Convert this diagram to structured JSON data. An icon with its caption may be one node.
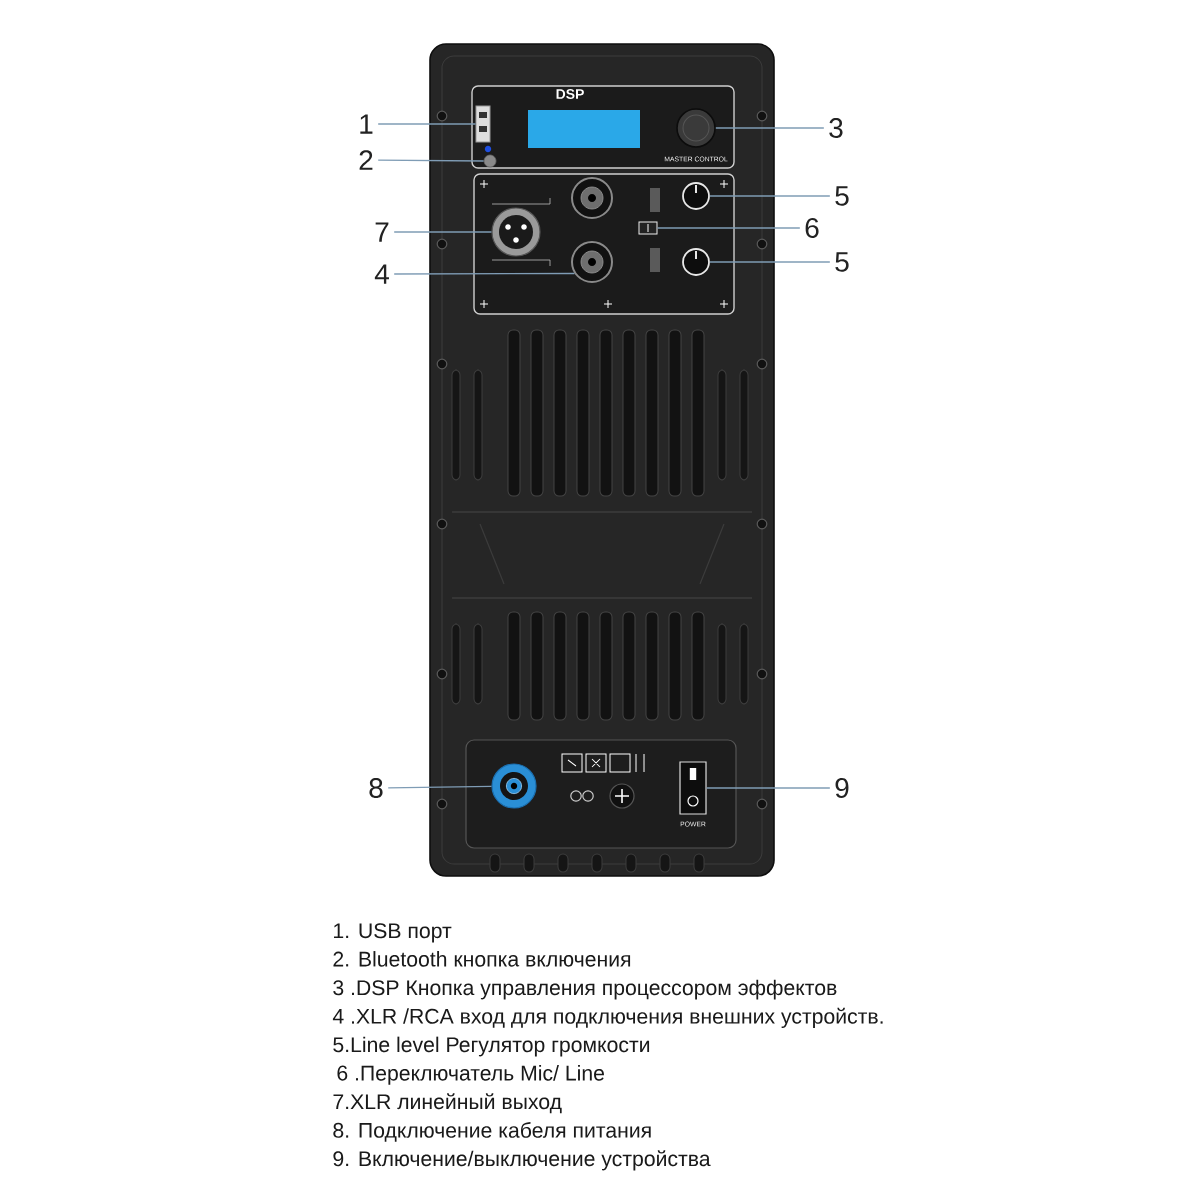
{
  "diagram": {
    "nodes": [
      {
        "text": [
          "1"
        ]
      },
      {
        "text": [
          "2"
        ]
      },
      {
        "text": [
          "3"
        ]
      },
      {
        "text": [
          "5"
        ]
      },
      {
        "text": [
          "6"
        ]
      },
      {
        "text": [
          "5"
        ]
      },
      {
        "text": [
          "7"
        ]
      },
      {
        "text": [
          "4"
        ]
      },
      {
        "text": [
          "8"
        ]
      },
      {
        "text": [
          "9"
        ]
      },
      {
        "text": [],
        "shape": "box"
      },
      {
        "text": [],
        "shape": "circle"
      },
      {
        "text": [],
        "shape": "circle"
      },
      {
        "text": [],
        "shape": "circle"
      },
      {
        "text": [],
        "shape": "box"
      },
      {
        "text": [],
        "shape": "circle"
      },
      {
        "text": [],
        "shape": "circle"
      },
      {
        "text": [],
        "shape": "circle"
      },
      {
        "text": [],
        "shape": "circle"
      },
      {
        "text": [],
        "shape": "box"
      },
      {
        "text": [],
        "shape": "circle"
      }
    ],
    "edges": [
      {
        "from": 0,
        "to": 10,
        "arrow": "none"
      },
      {
        "from": 1,
        "to": 11,
        "arrow": "none"
      },
      {
        "from": 2,
        "to": 12,
        "arrow": "none"
      },
      {
        "from": 3,
        "to": 13,
        "arrow": "none"
      },
      {
        "from": 4,
        "to": 14,
        "arrow": "none"
      },
      {
        "from": 5,
        "to": 15,
        "arrow": "none"
      },
      {
        "from": 6,
        "to": 16,
        "arrow": "none"
      },
      {
        "from": 7,
        "to": 17,
        "arrow": "none"
      },
      {
        "from": 8,
        "to": 18,
        "arrow": "none"
      },
      {
        "from": 9,
        "to": 19,
        "arrow": "none"
      }
    ],
    "labels": [
      "DSP",
      "MASTER CONTROL",
      "POWER",
      "1. USB порт",
      "2. Bluetooth кнопка включения",
      "3 .DSP Кнопка управления процессором эффектов",
      "4 .XLR /RCA вход для подключения внешних устройств.",
      "5.Line level Регулятор громкости",
      "6 .Переключатель Mic/ Line",
      "7.XLR линейный выход",
      "8. Подключение кабеля питания",
      "9. Включение/выключение устройства"
    ]
  }
}
